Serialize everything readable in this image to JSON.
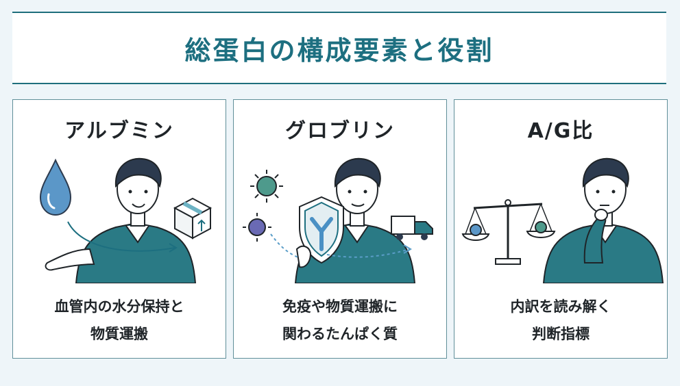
{
  "page_title": "総蛋白の構成要素と役割",
  "cards": [
    {
      "title": "アルブミン",
      "desc_line1": "血管内の水分保持と",
      "desc_line2": "物質運搬"
    },
    {
      "title": "グロブリン",
      "desc_line1": "免疫や物質運搬に",
      "desc_line2": "関わるたんぱく質"
    },
    {
      "title": "A/G比",
      "desc_line1": "内訳を読み解く",
      "desc_line2": "判断指標"
    }
  ],
  "colors": {
    "accent": "#1d6f80",
    "sweater": "#2a7a85",
    "hair": "#2c3a4e",
    "water": "#5b97c8",
    "virus": "#4e9a8c",
    "virus_purple": "#6a6ab4",
    "background": "#eef5f9"
  },
  "icons": [
    "water-drop-icon",
    "box-icon",
    "virus-icon",
    "shield-antibody-icon",
    "truck-icon",
    "balance-scale-icon"
  ]
}
